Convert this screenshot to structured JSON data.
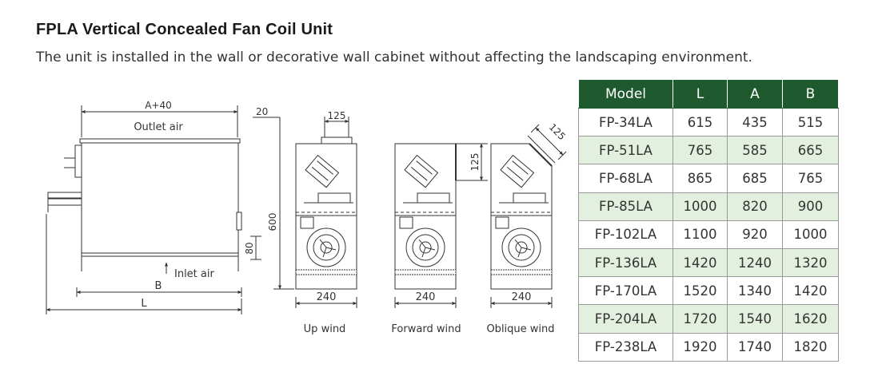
{
  "header": {
    "title": "FPLA Vertical Concealed Fan Coil Unit",
    "subtitle": "The unit is installed in the wall or decorative wall cabinet without affecting the landscaping environment."
  },
  "drawing": {
    "dim_a40": "A+40",
    "outlet_air": "Outlet air",
    "inlet_air": "Inlet air",
    "dim_b": "B",
    "dim_l": "L",
    "dim_20": "20",
    "dim_600": "600",
    "dim_80": "80",
    "dim_125_up": "125",
    "dim_125_forward": "125",
    "dim_125_oblique": "125",
    "dim_240_up": "240",
    "dim_240_forward": "240",
    "dim_240_oblique": "240",
    "caption_up": "Up wind",
    "caption_forward": "Forward wind",
    "caption_oblique": "Oblique wind"
  },
  "table": {
    "headers": [
      "Model",
      "L",
      "A",
      "B"
    ],
    "rows": [
      [
        "FP-34LA",
        "615",
        "435",
        "515"
      ],
      [
        "FP-51LA",
        "765",
        "585",
        "665"
      ],
      [
        "FP-68LA",
        "865",
        "685",
        "765"
      ],
      [
        "FP-85LA",
        "1000",
        "820",
        "900"
      ],
      [
        "FP-102LA",
        "1100",
        "920",
        "1000"
      ],
      [
        "FP-136LA",
        "1420",
        "1240",
        "1320"
      ],
      [
        "FP-170LA",
        "1520",
        "1340",
        "1420"
      ],
      [
        "FP-204LA",
        "1720",
        "1540",
        "1620"
      ],
      [
        "FP-238LA",
        "1920",
        "1740",
        "1820"
      ]
    ]
  }
}
